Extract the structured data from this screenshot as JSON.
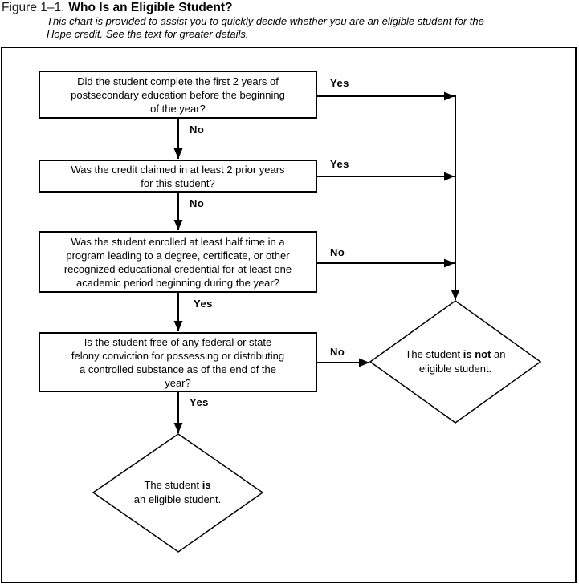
{
  "figure": {
    "label": "Figure 1–1.",
    "title": "Who Is an Eligible Student?",
    "subtitle": "This chart is provided to assist you to quickly decide whether you are an eligible student for the\nHope credit. See the text for greater details."
  },
  "flowchart": {
    "questions": [
      {
        "text": "Did the student complete the first 2 years of\npostsecondary education before the beginning\nof the year?",
        "yes_label": "Yes",
        "no_label": "No"
      },
      {
        "text": "Was the credit claimed in at least 2 prior years\nfor this student?",
        "yes_label": "Yes",
        "no_label": "No"
      },
      {
        "text": "Was the student enrolled at least half time in a\nprogram leading to a degree, certificate, or other\nrecognized educational credential for at least one\nacademic period beginning during the year?",
        "yes_label": "Yes",
        "no_label": "No"
      },
      {
        "text": "Is the student free of any federal or state\nfelony conviction for possessing or distributing\na controlled substance as of the end of the\nyear?",
        "yes_label": "Yes",
        "no_label": "No"
      }
    ],
    "outcomes": {
      "not_eligible": {
        "line1_pre": "The student ",
        "line1_bold": "is not",
        "line1_post": " an",
        "line2": "eligible student."
      },
      "eligible": {
        "line1_pre": "The student ",
        "line1_bold": "is",
        "line1_post": "",
        "line2": "an eligible student."
      }
    },
    "colors": {
      "line": "#000000",
      "background": "#ffffff"
    }
  }
}
